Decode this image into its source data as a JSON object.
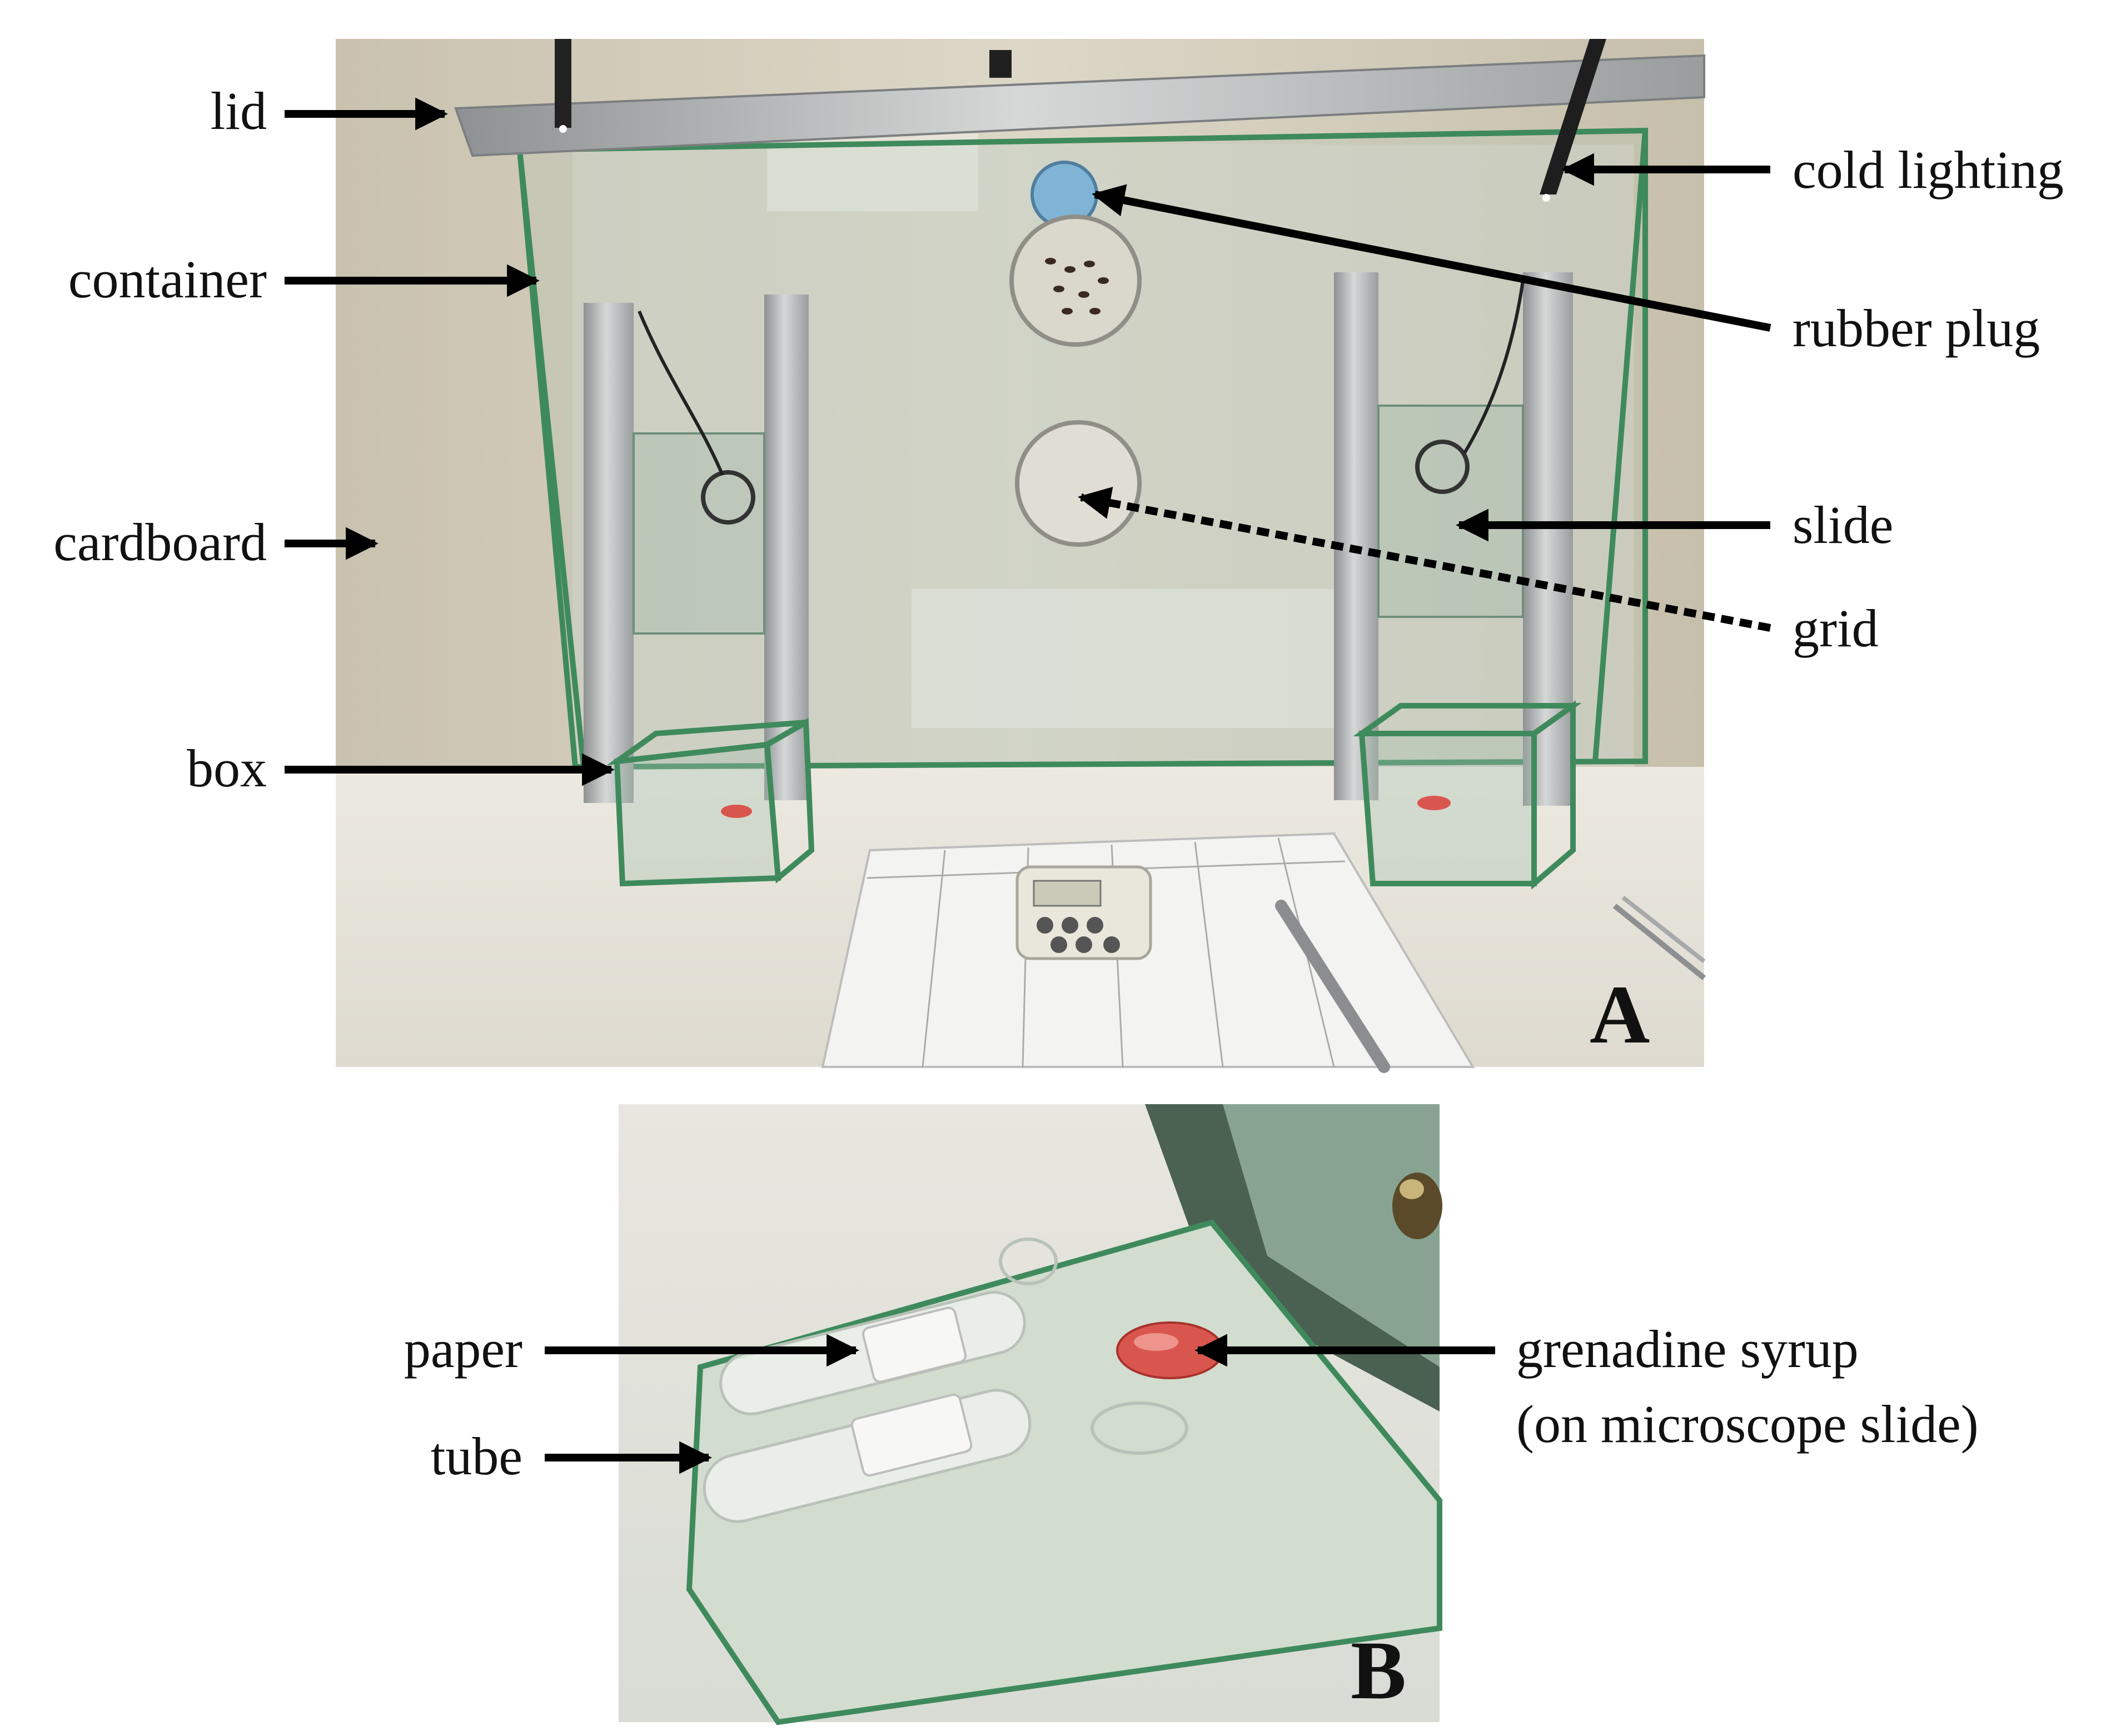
{
  "panels": {
    "a": {
      "letter": "A"
    },
    "b": {
      "letter": "B"
    }
  },
  "labels": {
    "lid": "lid",
    "container": "container",
    "cardboard": "cardboard",
    "box": "box",
    "cold_lighting": "cold lighting",
    "rubber_plug": "rubber plug",
    "slide": "slide",
    "grid": "grid",
    "paper": "paper",
    "tube": "tube",
    "grenadine_line1": "grenadine syrup",
    "grenadine_line2": "(on microscope slide)"
  },
  "colors": {
    "wall": "#cfc8b6",
    "glass": "#9fb8a8",
    "glass_edge": "#3f8a5c",
    "aluminium": "#b9bcbd",
    "floor": "#e7e4dc",
    "plug": "#7fb4d6",
    "syrup": "#d9564e",
    "arrow": "#000000"
  }
}
